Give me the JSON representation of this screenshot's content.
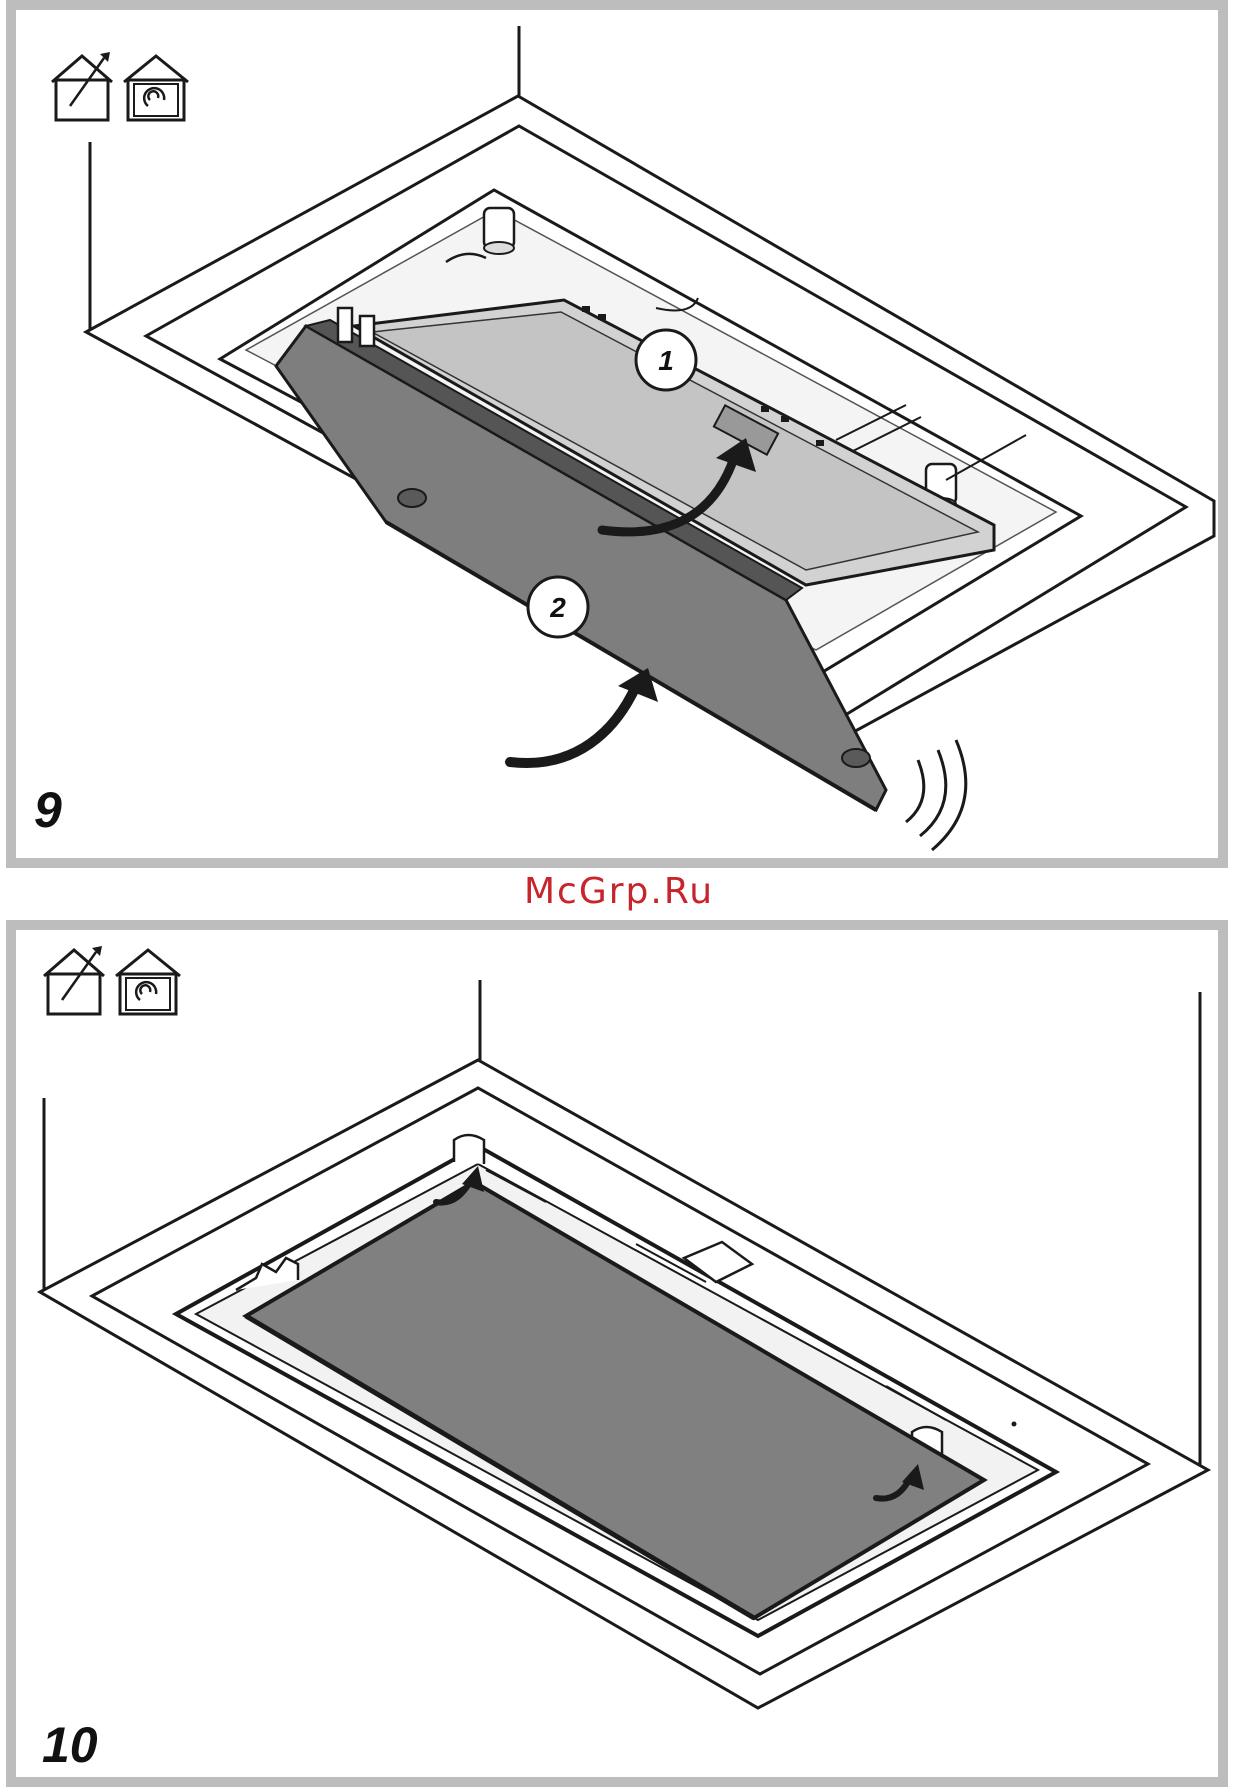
{
  "panels": [
    {
      "step_number": "9",
      "callouts": [
        "1",
        "2"
      ],
      "mode_icons": [
        "ducted-extraction-house-icon",
        "recirculation-house-icon"
      ]
    },
    {
      "step_number": "10",
      "mode_icons": [
        "ducted-extraction-house-icon",
        "recirculation-house-icon"
      ]
    }
  ],
  "watermark": "McGrp.Ru",
  "colors": {
    "panel_border": "#bdbdbd",
    "filter_light": "#c8c8c8",
    "filter_dark": "#7e7e7e",
    "line": "#1a1a1a",
    "watermark": "#c8242b"
  }
}
